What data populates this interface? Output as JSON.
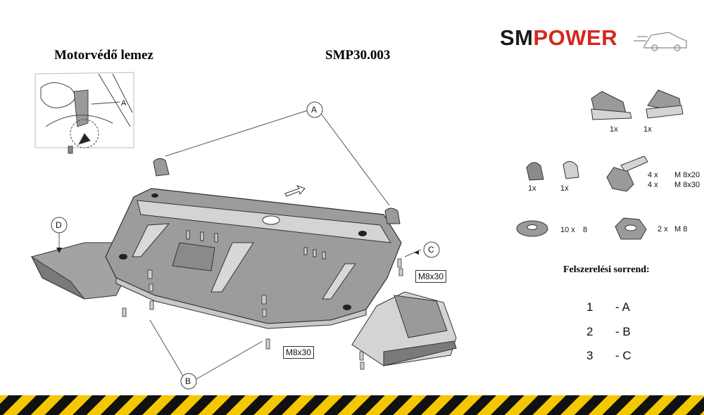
{
  "header": {
    "title": "Motorvédő lemez",
    "code": "SMP30.003"
  },
  "logo": {
    "part1": "SM",
    "part2": "POWER",
    "color_dark": "#1a1a1a",
    "color_red": "#d7261e"
  },
  "inset": {
    "label": "A"
  },
  "callouts": {
    "a": "A",
    "b": "B",
    "c": "C",
    "d": "D",
    "bolt1": "M8x30",
    "bolt2": "M8x30"
  },
  "parts": {
    "brackets": [
      {
        "qty": "1x"
      },
      {
        "qty": "1x"
      }
    ],
    "clips": [
      {
        "qty": "1x"
      },
      {
        "qty": "1x"
      }
    ],
    "bolts": [
      {
        "qty": "4 x",
        "spec": "M 8x20"
      },
      {
        "qty": "4 x",
        "spec": "M 8x30"
      }
    ],
    "washer": {
      "qty": "10 x",
      "spec": "8"
    },
    "nut": {
      "qty": "2 x",
      "spec": "M 8"
    }
  },
  "order": {
    "title": "Felszerelési sorrend:",
    "steps": [
      {
        "num": "1",
        "letter": "- A"
      },
      {
        "num": "2",
        "letter": "- B"
      },
      {
        "num": "3",
        "letter": "- C"
      }
    ]
  },
  "colors": {
    "stripe_yellow": "#f4c800",
    "stripe_black": "#111111",
    "plate_gray": "#9a9a9a",
    "plate_light": "#d4d4d4"
  }
}
